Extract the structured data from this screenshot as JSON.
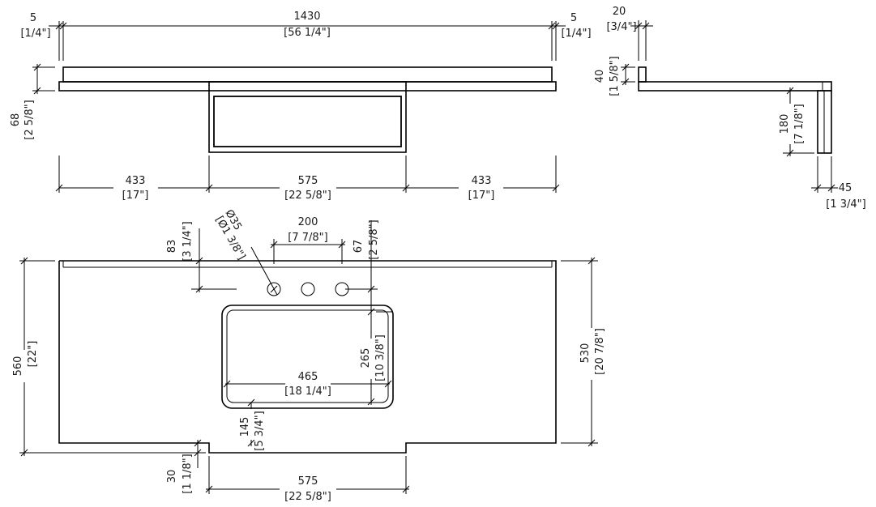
{
  "front_view": {
    "edge_left": {
      "mm": "5",
      "in": "[1/4\"]"
    },
    "overall_width": {
      "mm": "1430",
      "in": "[56 1/4\"]"
    },
    "edge_right": {
      "mm": "5",
      "in": "[1/4\"]"
    },
    "apron_height": {
      "mm": "68",
      "in": "[2 5/8\"]"
    },
    "left_segment": {
      "mm": "433",
      "in": "[17\"]"
    },
    "center_segment": {
      "mm": "575",
      "in": "[22 5/8\"]"
    },
    "right_segment": {
      "mm": "433",
      "in": "[17\"]"
    }
  },
  "side_view": {
    "backsplash_thickness": {
      "mm": "20",
      "in": "[3/4\"]"
    },
    "backsplash_height": {
      "mm": "40",
      "in": "[1 5/8\"]"
    },
    "apron_drop": {
      "mm": "180",
      "in": "[7 1/8\"]"
    },
    "apron_thickness": {
      "mm": "45",
      "in": "[1 3/4\"]"
    }
  },
  "plan_view": {
    "tap_hole_diameter": {
      "mm": "Ø35",
      "in": "[Ø1 3/8\"]"
    },
    "hole_offset": {
      "mm": "83",
      "in": "[3 1/4\"]"
    },
    "hole_spacing": {
      "mm": "200",
      "in": "[7 7/8\"]"
    },
    "hole_to_basin": {
      "mm": "67",
      "in": "[2 5/8\"]"
    },
    "total_depth": {
      "mm": "560",
      "in": "[22\"]"
    },
    "body_depth": {
      "mm": "530",
      "in": "[20 7/8\"]"
    },
    "basin_depth": {
      "mm": "265",
      "in": "[10 3/8\"]"
    },
    "basin_width": {
      "mm": "465",
      "in": "[18 1/4\"]"
    },
    "basin_to_front": {
      "mm": "145",
      "in": "[5 3/4\"]"
    },
    "front_step": {
      "mm": "30",
      "in": "[1 1/8\"]"
    },
    "front_tab": {
      "mm": "575",
      "in": "[22 5/8\"]"
    }
  }
}
